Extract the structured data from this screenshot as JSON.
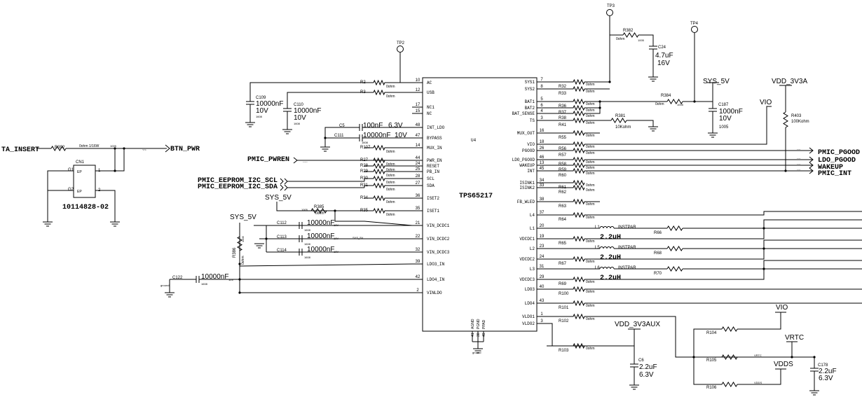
{
  "ic": {
    "ref": "U4",
    "part": "TPS65217",
    "left_pins": [
      {
        "pin": "10",
        "name": "AC"
      },
      {
        "pin": "12",
        "name": "USB"
      },
      {
        "pin": "17",
        "name": "NC1"
      },
      {
        "pin": "15",
        "name": "NC"
      },
      {
        "pin": "48",
        "name": "INT_LDO"
      },
      {
        "pin": "47",
        "name": "BYPASS"
      },
      {
        "pin": "14",
        "name": "MUX_IN"
      },
      {
        "pin": "44",
        "name": "PWR_EN"
      },
      {
        "pin": "24",
        "name": "RESET"
      },
      {
        "pin": "25",
        "name": "PB_IN"
      },
      {
        "pin": "28",
        "name": "SCL"
      },
      {
        "pin": "27",
        "name": "SDA"
      },
      {
        "pin": "36",
        "name": "ISET2"
      },
      {
        "pin": "35",
        "name": "ISET1"
      },
      {
        "pin": "21",
        "name": "VIN_DCDC1"
      },
      {
        "pin": "22",
        "name": "VIN_DCDC2"
      },
      {
        "pin": "32",
        "name": "VIN_DCDC3"
      },
      {
        "pin": "39",
        "name": "LDO3_IN"
      },
      {
        "pin": "42",
        "name": "LDO4_IN"
      },
      {
        "pin": "2",
        "name": "VINLDO"
      }
    ],
    "right_pins": [
      {
        "pin": "7",
        "name": "SYS1"
      },
      {
        "pin": "8",
        "name": "SYS2"
      },
      {
        "pin": "5",
        "name": "BAT1"
      },
      {
        "pin": "6",
        "name": "BAT2"
      },
      {
        "pin": "4",
        "name": "BAT_SENSE"
      },
      {
        "pin": "3",
        "name": "TS"
      },
      {
        "pin": "16",
        "name": "MUX_OUT"
      },
      {
        "pin": "18",
        "name": "VIO"
      },
      {
        "pin": "26",
        "name": "PGOOD"
      },
      {
        "pin": "46",
        "name": "LDO_PGOOD"
      },
      {
        "pin": "13",
        "name": "WAKEUP"
      },
      {
        "pin": "45",
        "name": "INT"
      },
      {
        "pin": "34",
        "name": "ISINK1"
      },
      {
        "pin": "33",
        "name": "ISINK2"
      },
      {
        "pin": "38",
        "name": "FB_WLED"
      },
      {
        "pin": "37",
        "name": "L4"
      },
      {
        "pin": "20",
        "name": "L1"
      },
      {
        "pin": "19",
        "name": "VDCDC1"
      },
      {
        "pin": "23",
        "name": "L2"
      },
      {
        "pin": "24",
        "name": "VDCDC2"
      },
      {
        "pin": "31",
        "name": "L3"
      },
      {
        "pin": "29",
        "name": "VDCDC3"
      },
      {
        "pin": "40",
        "name": "LDO3"
      },
      {
        "pin": "43",
        "name": "LDO4"
      },
      {
        "pin": "1",
        "name": "VLDO1"
      },
      {
        "pin": "3",
        "name": "VLDO2"
      }
    ],
    "bottom_pins": [
      {
        "pin": "41",
        "name": "AGND"
      },
      {
        "pin": "30",
        "name": "PGND"
      },
      {
        "pin": "49",
        "name": "PPAD"
      }
    ]
  },
  "left_resistors": [
    "R2",
    "R3",
    "R107",
    "R27",
    "R28",
    "R29",
    "R30",
    "R31",
    "R34",
    "R35"
  ],
  "right_resistors": [
    "R32",
    "R33",
    "R36",
    "R37",
    "R38",
    "R41",
    "R55",
    "R56",
    "R57",
    "R58",
    "R59",
    "R60",
    "R61",
    "R62",
    "R63",
    "R64",
    "R65",
    "R67",
    "R69",
    "R100",
    "R101",
    "R102",
    "R103"
  ],
  "resistor_value": "0ohm",
  "test_points": [
    "TP2",
    "TP3",
    "TP4"
  ],
  "left_caps": {
    "c109": {
      "ref": "C109",
      "value": "10000nF",
      "volt": "10V",
      "pkg": "1608"
    },
    "c110": {
      "ref": "C110",
      "value": "10000nF",
      "volt": "10V",
      "pkg": "1608"
    },
    "c5": {
      "ref": "C5",
      "value": "100nF",
      "volt": "6.3V"
    },
    "c111": {
      "ref": "C111",
      "value": "10000nF",
      "volt": "10V",
      "pkg": "1608"
    },
    "c112": {
      "ref": "C112",
      "value": "10000nF",
      "volt": "10V",
      "pkg": "1608"
    },
    "c113": {
      "ref": "C113",
      "value": "10000nF",
      "volt": "10V",
      "pkg": "1608"
    },
    "c114": {
      "ref": "C114",
      "value": "10000nF",
      "volt": "10V",
      "pkg": "1608"
    },
    "c122": {
      "ref": "C122",
      "value": "10000nF",
      "volt": "10V",
      "pkg": "1608",
      "net": "ground"
    }
  },
  "r382": {
    "ref": "R382",
    "value": "0ohm",
    "pkg": "1005"
  },
  "c24": {
    "ref": "C24",
    "value": "4.7uF",
    "volt": "16V"
  },
  "r384": {
    "ref": "R384",
    "value": "0ohm",
    "pkg": "1005"
  },
  "r381": {
    "ref": "R381",
    "value": "10Kohm"
  },
  "c187": {
    "ref": "C187",
    "value": "1000nF",
    "volt": "10V",
    "pkg": "1005"
  },
  "r403": {
    "ref": "R403",
    "value": "100Kohm"
  },
  "r385": {
    "ref": "R385",
    "value": "0ohm",
    "pkg": "1005"
  },
  "r386": {
    "ref": "R386",
    "value": "0ohm",
    "pkg": "1005"
  },
  "r392": {
    "ref": "R392",
    "value": "0ohm 1/16W",
    "pkg": "1005"
  },
  "cn1": {
    "ref": "CN1",
    "part": "10114828-02",
    "g1": "G1",
    "g2": "G2",
    "ep": "EP",
    "p1": "1",
    "p2": "2"
  },
  "inductors": [
    {
      "ref": "L1",
      "value": "2.2uH",
      "note": "INSTPAR"
    },
    {
      "ref": "L5",
      "value": "2.2uH",
      "note": "INSTPAR"
    },
    {
      "ref": "L6",
      "value": "2.2uH",
      "note": "INSTPAR"
    }
  ],
  "inductor_resistors": [
    "R66",
    "R68",
    "R70"
  ],
  "aux": {
    "c6": {
      "ref": "C6",
      "value": "2.2uF",
      "volt": "6.3V"
    },
    "c178": {
      "ref": "C178",
      "value": "2.2uF",
      "volt": "6.3V"
    },
    "r104": "R104",
    "r105": "R105",
    "r106": "R106",
    "vrtc_small": "VRTC",
    "vdds_small": "VDDS"
  },
  "nets": {
    "ta_insert": "TA_INSERT",
    "btn_pwr": "BTN_PWR",
    "pmic_pwren": "PMIC_PWREN",
    "eeprom_scl": "PMIC_EEPROM_I2C_SCL",
    "eeprom_sda": "PMIC_EEPROM_I2C_SDA",
    "pmic_pgood": "PMIC_PGOOD",
    "ldo_pgood": "LDO_PGOOD",
    "wakeup": "WAKEUP",
    "pmic_int": "PMIC_INT",
    "sys5v": "SYS_5V",
    "vdd3v3a": "VDD_3V3A",
    "vio": "VIO",
    "vdd3v3aux": "VDD_3V3AUX",
    "vrtc": "VRTC",
    "vdds": "VDDS",
    "sys5v_small": "SYS_5V",
    "ground": "ground"
  },
  "colors": {
    "wire": "#000000",
    "background": "#ffffff"
  }
}
